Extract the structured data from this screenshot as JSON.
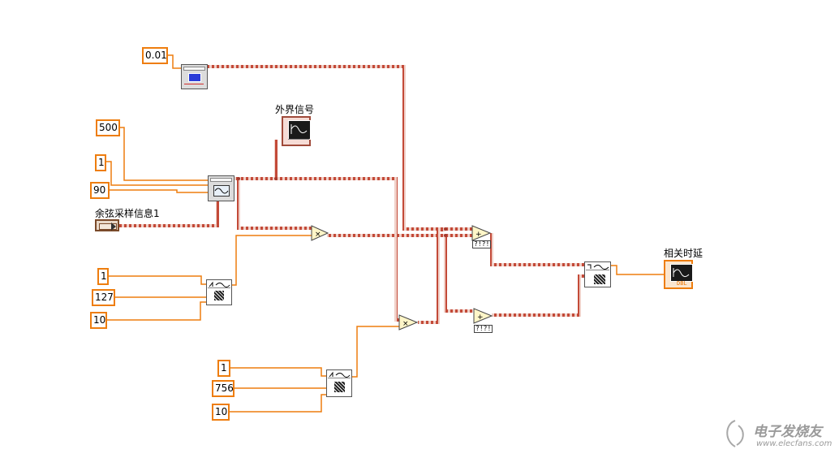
{
  "constants": {
    "dt": "0.01",
    "samples_a": "500",
    "amp_a": "1",
    "phase_a": "90",
    "noise_amp_1": "1",
    "noise_seed_1": "127",
    "noise_n_1": "10",
    "noise_amp_2": "1",
    "noise_seed_2": "756",
    "noise_n_2": "10"
  },
  "labels": {
    "external_signal": "外界信号",
    "cosine_info": "余弦采样信息1",
    "correlation_delay": "相关时延"
  },
  "cluster_indicator": {
    "mark": "DBL"
  },
  "watermark": {
    "title": "电子发烧友",
    "url": "www.elecfans.com"
  },
  "colors": {
    "const_border": "#ee7d0e",
    "wire_orange": "#e07d1e",
    "wire_dynamic": "#a63a2e",
    "background": "#ffffff"
  }
}
